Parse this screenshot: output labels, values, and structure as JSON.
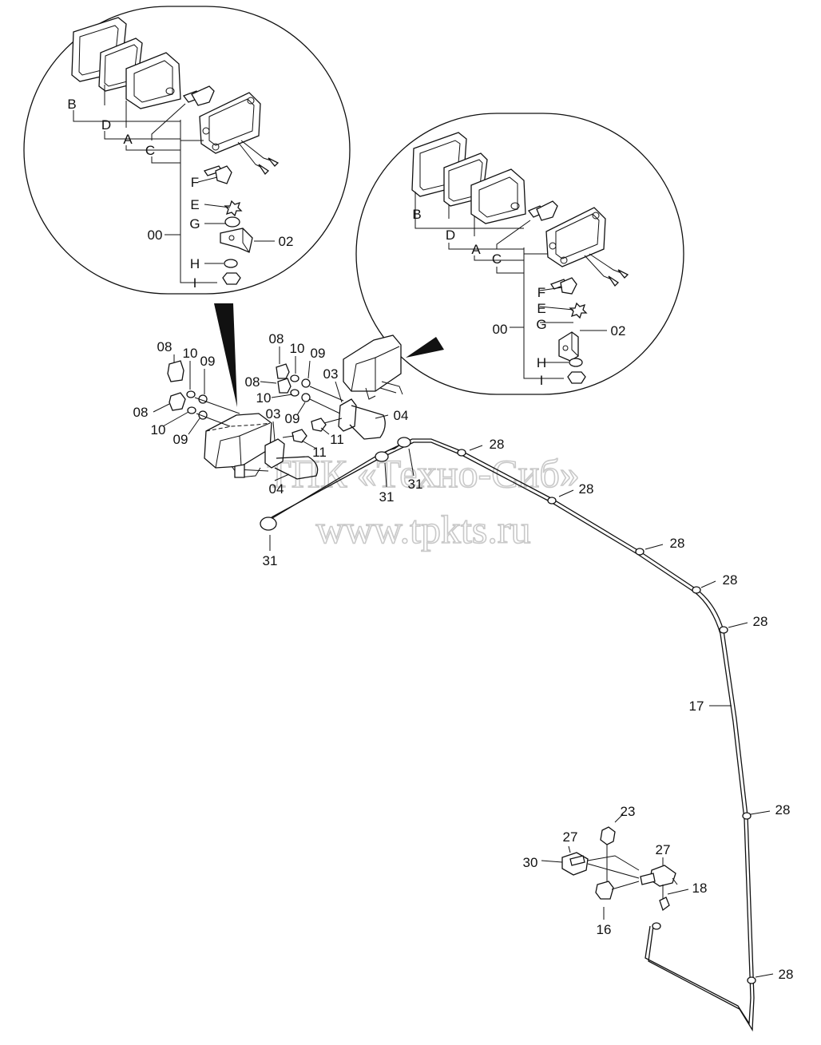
{
  "watermark": {
    "line1": "ТПК «Техно-Сиб»",
    "line2": "www.tpkts.ru"
  },
  "detail_left": {
    "labels": {
      "B": "B",
      "D": "D",
      "A": "A",
      "C": "C",
      "F": "F",
      "E": "E",
      "G": "G",
      "H": "H",
      "I": "I",
      "group": "00",
      "bracket": "02"
    }
  },
  "detail_right": {
    "labels": {
      "B": "B",
      "D": "D",
      "A": "A",
      "C": "C",
      "F": "F",
      "E": "E",
      "G": "G",
      "H": "H",
      "I": "I",
      "group": "00",
      "bracket": "02"
    }
  },
  "callouts": {
    "c08a": "08",
    "c10a": "10",
    "c09a": "09",
    "c08b": "08",
    "c10b": "10",
    "c09b": "09",
    "c08c": "08",
    "c10c": "10",
    "c09c": "09",
    "c08d": "08",
    "c10d": "10",
    "c09d": "09",
    "c03a": "03",
    "c03b": "03",
    "c04a": "04",
    "c04b": "04",
    "c11a": "11",
    "c11b": "11",
    "c31a": "31",
    "c31b": "31",
    "c31c": "31",
    "c28a": "28",
    "c28b": "28",
    "c28c": "28",
    "c28d": "28",
    "c28e": "28",
    "c28f": "28",
    "c28g": "28",
    "c17": "17",
    "c23": "23",
    "c27a": "27",
    "c27b": "27",
    "c30": "30",
    "c16": "16",
    "c18": "18"
  }
}
